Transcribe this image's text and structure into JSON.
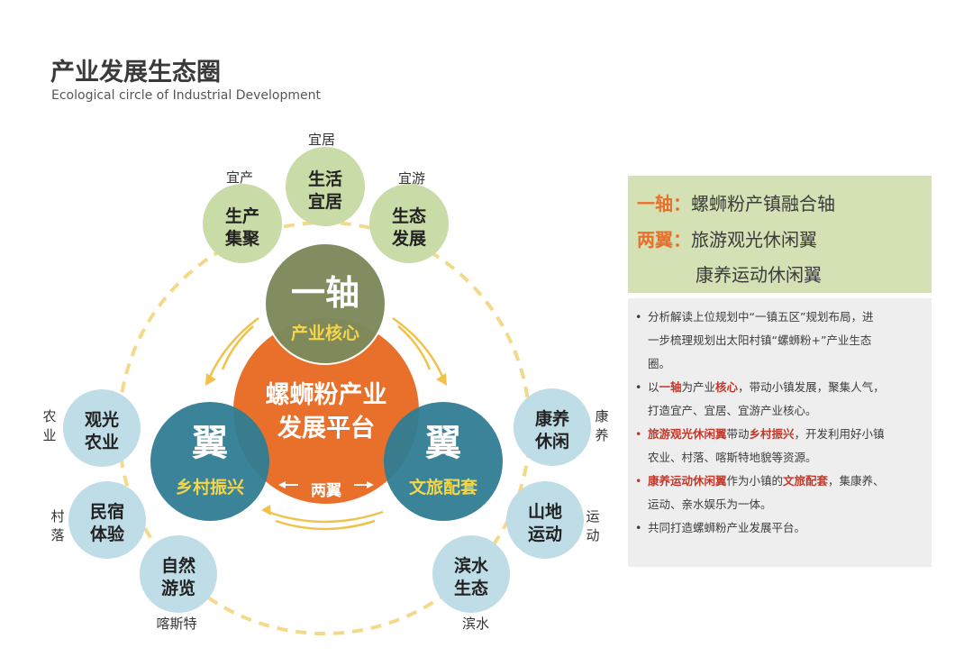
{
  "header": {
    "title": "产业发展生态圈",
    "subtitle": "Ecological circle of Industrial Development"
  },
  "colors": {
    "orange": "#e8702a",
    "teal": "#2f7c93",
    "olive": "#7d8a5c",
    "light_green": "#c9dba6",
    "light_blue": "#bfdde7",
    "yellow": "#f1c24a",
    "red": "#c0392b"
  },
  "diagram": {
    "center": {
      "line1": "螺蛳粉产业",
      "line2": "发展平台"
    },
    "axis": {
      "title": "一轴",
      "label": "产业核心"
    },
    "wing_left": {
      "title": "翼",
      "label": "乡村振兴"
    },
    "wing_right": {
      "title": "翼",
      "label": "文旅配套"
    },
    "wings_label": "两翼",
    "top_nodes": [
      {
        "line1": "生产",
        "line2": "集聚",
        "tag": "宜产"
      },
      {
        "line1": "生活",
        "line2": "宜居",
        "tag": "宜居"
      },
      {
        "line1": "生态",
        "line2": "发展",
        "tag": "宜游"
      }
    ],
    "left_nodes": [
      {
        "line1": "观光",
        "line2": "农业",
        "tag1": "农",
        "tag2": "业"
      },
      {
        "line1": "民宿",
        "line2": "体验",
        "tag1": "村",
        "tag2": "落"
      },
      {
        "line1": "自然",
        "line2": "游览",
        "tag": "喀斯特"
      }
    ],
    "right_nodes": [
      {
        "line1": "康养",
        "line2": "休闲",
        "tag1": "康",
        "tag2": "养"
      },
      {
        "line1": "山地",
        "line2": "运动",
        "tag1": "运",
        "tag2": "动"
      },
      {
        "line1": "滨水",
        "line2": "生态",
        "tag": "滨水"
      }
    ]
  },
  "summary": {
    "axis_key": "一轴",
    "axis_sep": "：",
    "axis_text": "螺蛳粉产镇融合轴",
    "wings_key": "两翼",
    "wings_sep": "：",
    "wings_text1": "旅游观光休闲翼",
    "wings_text2": "康养运动休闲翼"
  },
  "notes": {
    "bullet": "•",
    "n1": "分析解读上位规划中“一镇五区”规划布局，进",
    "n1b": "一步梳理规划出太阳村镇“螺蛳粉+”产业生态",
    "n1c": "圈。",
    "n2_a": "以",
    "n2_b": "一轴",
    "n2_c": "为产业",
    "n2_d": "核心",
    "n2_e": "，带动小镇发展，聚集人气，",
    "n2f": "打造宜产、宜居、宜游产业核心。",
    "n3_a": "旅游观光休闲翼",
    "n3_b": "带动",
    "n3_c": "乡村振兴",
    "n3_d": "，开发利用好小镇",
    "n3f": "农业、村落、喀斯特地貌等资源。",
    "n4_a": "康养运动休闲翼",
    "n4_b": "作为小镇的",
    "n4_c": "文旅配套",
    "n4_d": "，集康养、",
    "n4f": "运动、亲水娱乐为一体。",
    "n5": "共同打造螺蛳粉产业发展平台。"
  }
}
